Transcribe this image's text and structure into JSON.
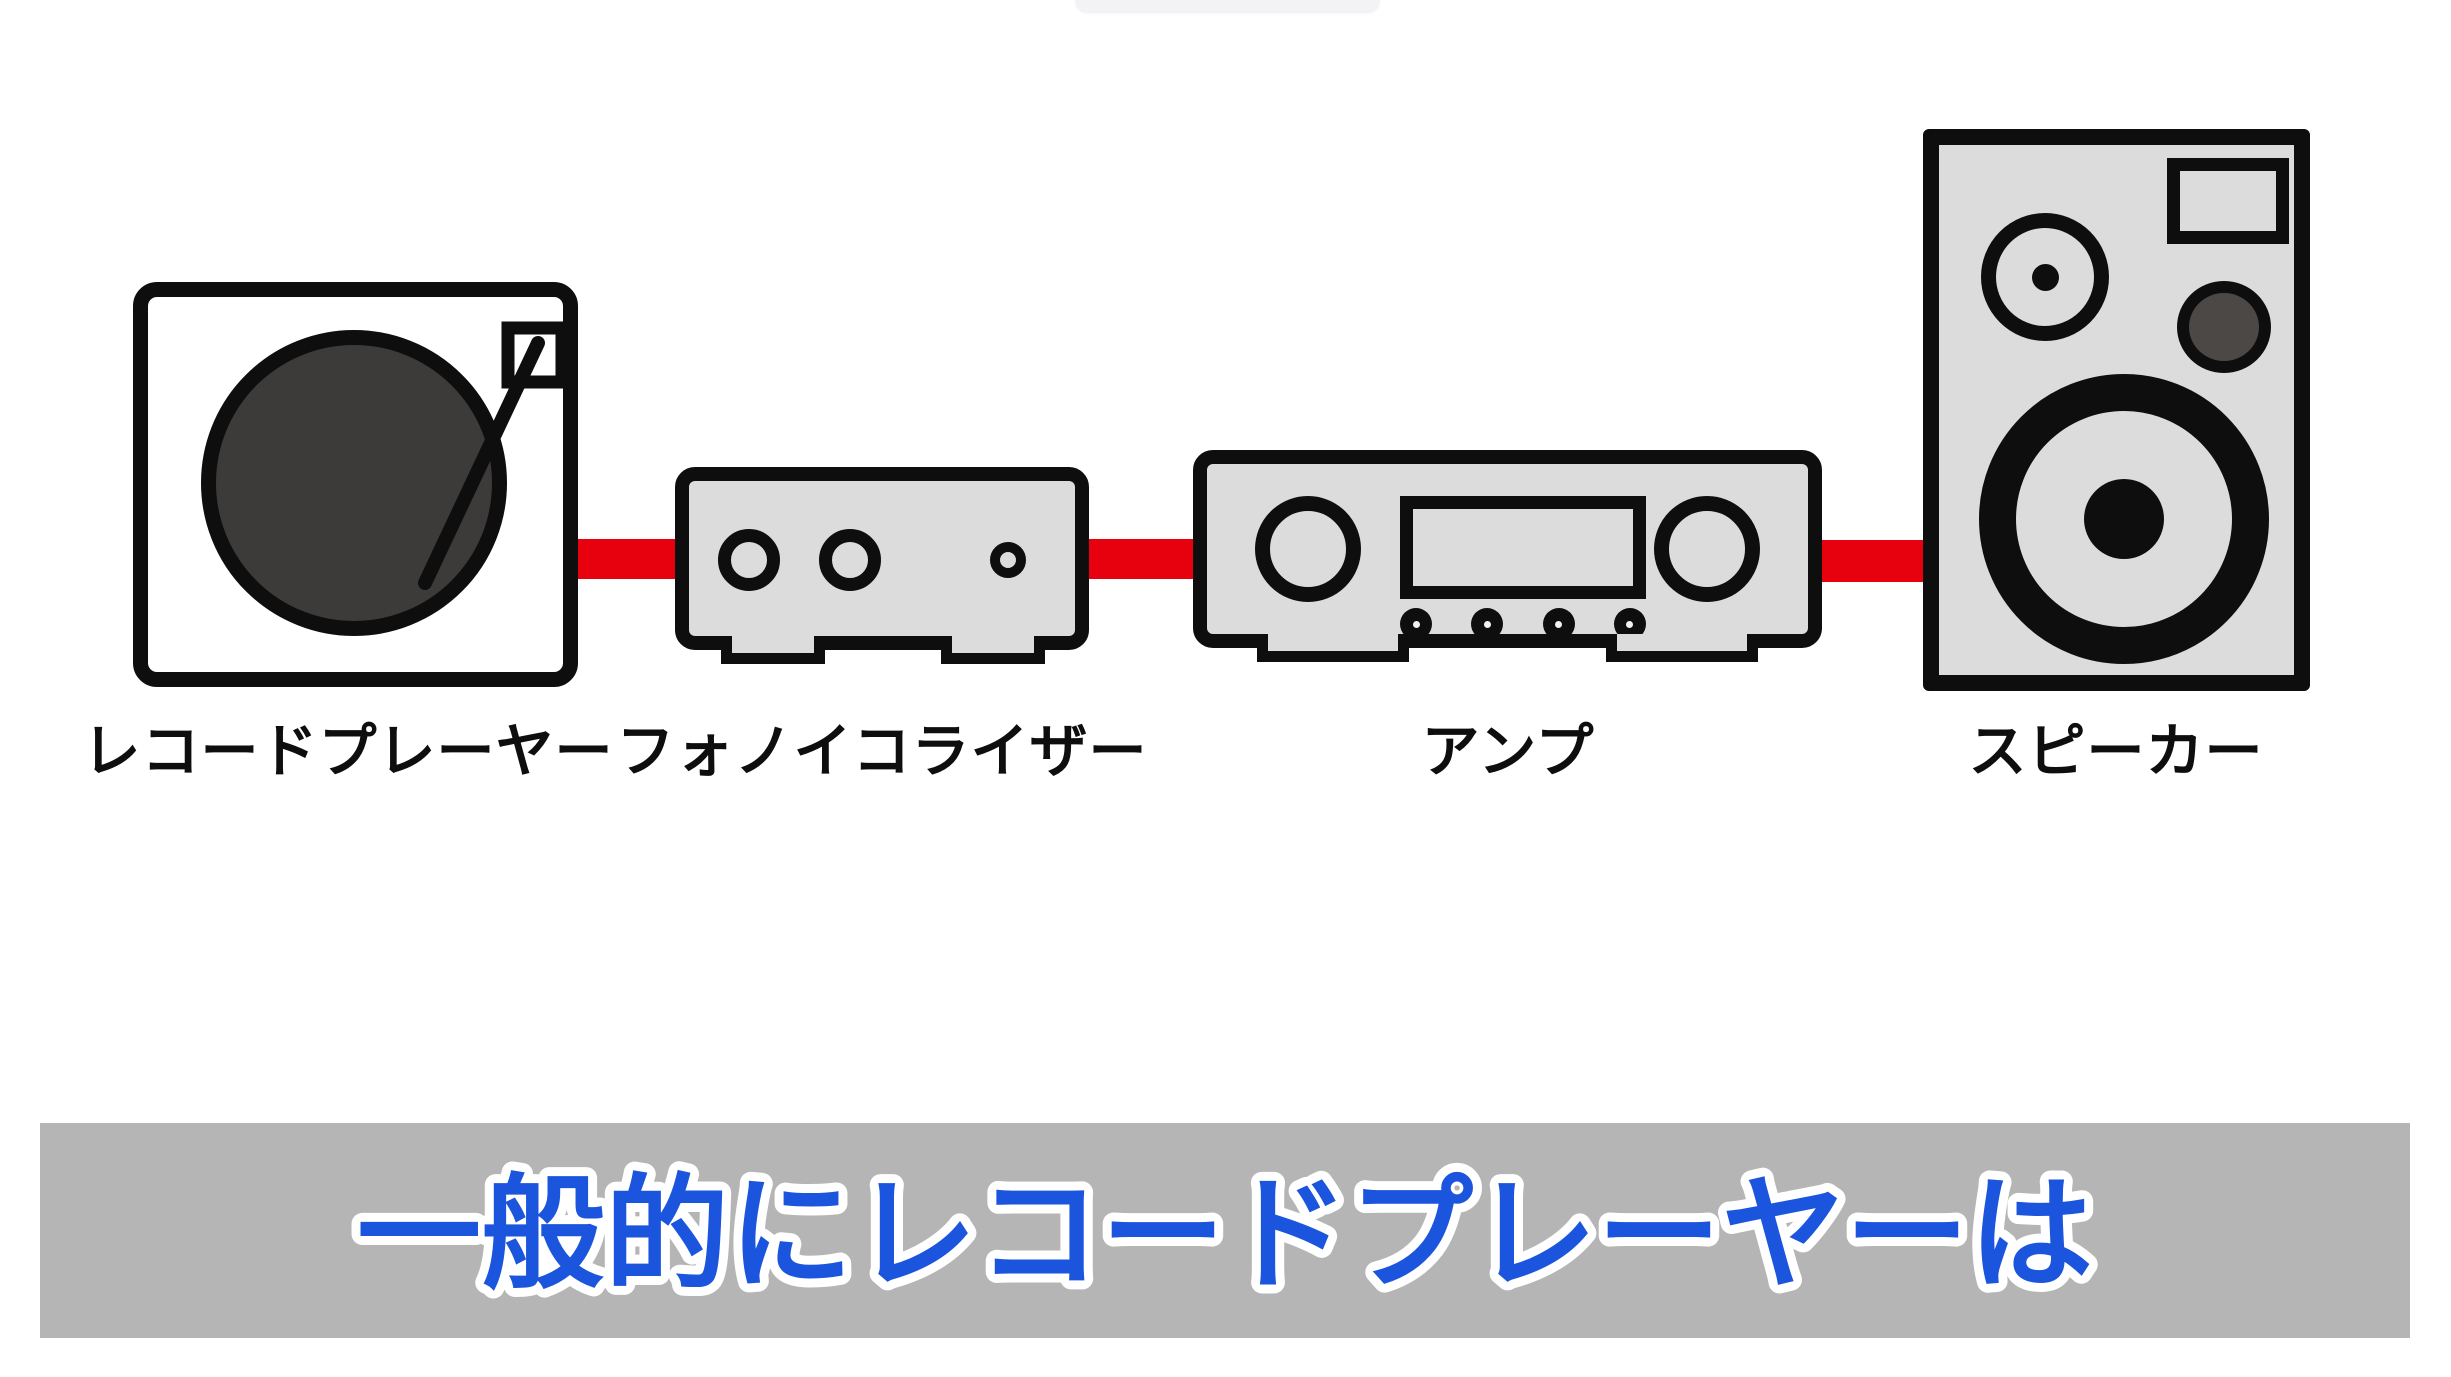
{
  "colors": {
    "ink": "#0e0e0e",
    "device-gray": "#dcdcdc",
    "platter-gray": "#3d3a3a",
    "driver-gray": "#4c4845",
    "cable-red": "#e7000e",
    "caption-bar-gray": "#b5b5b5",
    "caption-blue": "#1c55dd",
    "caption-outline": "#ffffff"
  },
  "diagram": {
    "devices": [
      {
        "id": "turntable",
        "label": "レコードプレーヤー"
      },
      {
        "id": "phono-equalizer",
        "label": "フォノイコライザー"
      },
      {
        "id": "amplifier",
        "label": "アンプ"
      },
      {
        "id": "speaker",
        "label": "スピーカー"
      }
    ]
  },
  "caption": {
    "text": "一般的にレコードプレーヤーは"
  }
}
